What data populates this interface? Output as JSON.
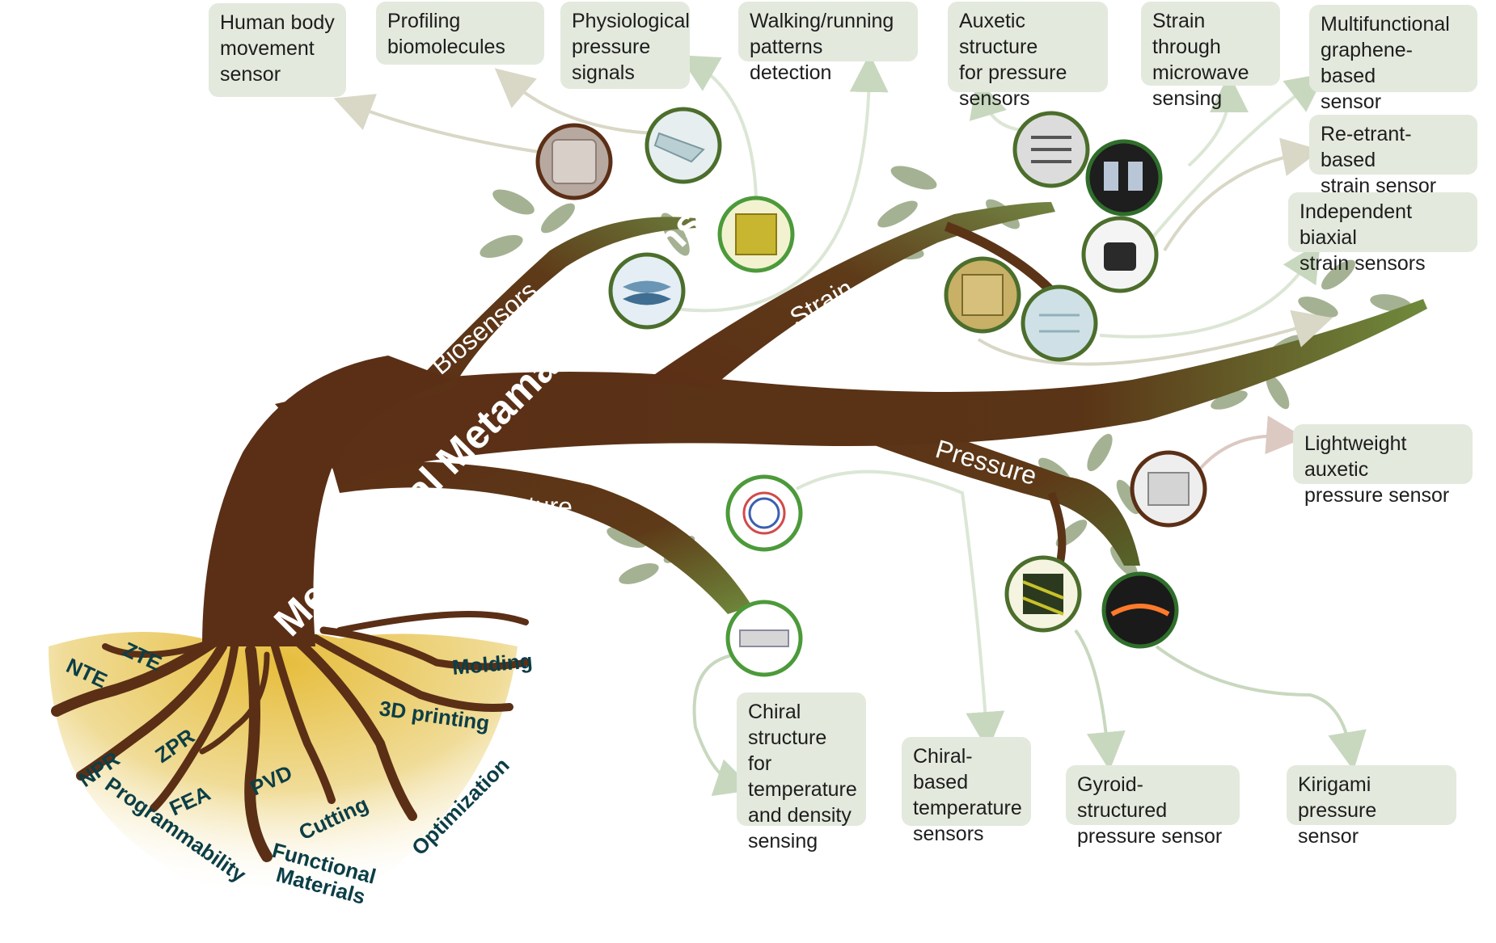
{
  "title": "Mechanical Metamaterial Sensors",
  "colors": {
    "trunk": "#5b2f16",
    "leaf": "#9aaa87",
    "tag_bg": "#e3e9dd",
    "soil": "#e9c44a",
    "root_text": "#0c3e46",
    "ring": "#4c6e2c"
  },
  "branches": {
    "biosensors": "Biosensors",
    "strain": "Strain",
    "pressure": "Pressure",
    "temperature": "Temperature"
  },
  "roots": {
    "nte": "NTE",
    "zte": "ZTE",
    "npr": "NPR",
    "zpr": "ZPR",
    "programmability": "Programmability",
    "fea": "FEA",
    "pvd": "PVD",
    "cutting": "Cutting",
    "functional_materials": "Functional\nMaterials",
    "optimization": "Optimization",
    "printing": "3D printing",
    "molding": "Molding"
  },
  "tags": {
    "human_body": "Human body\nmovement\nsensor",
    "profiling": "Profiling\nbiomolecules",
    "physiological": "Physiological\npressure\nsignals",
    "walking": "Walking/running\npatterns detection",
    "auxetic": "Auxetic structure\nfor pressure\nsensors",
    "microwave": "Strain through\nmicrowave\nsensing",
    "graphene": "Multifunctional\ngraphene-based\nsensor",
    "reentrant": "Re-etrant-based\nstrain sensor",
    "biaxial": "Independent biaxial\nstrain sensors",
    "lightweight": "Lightweight auxetic\npressure sensor",
    "chiral_density": "Chiral\nstructure for\ntemperature\nand density\nsensing",
    "chiral_temp": "Chiral-based\ntemperature\nsensors",
    "gyroid": "Gyroid-structured\npressure sensor",
    "kirigami": "Kirigami pressure\nsensor"
  }
}
